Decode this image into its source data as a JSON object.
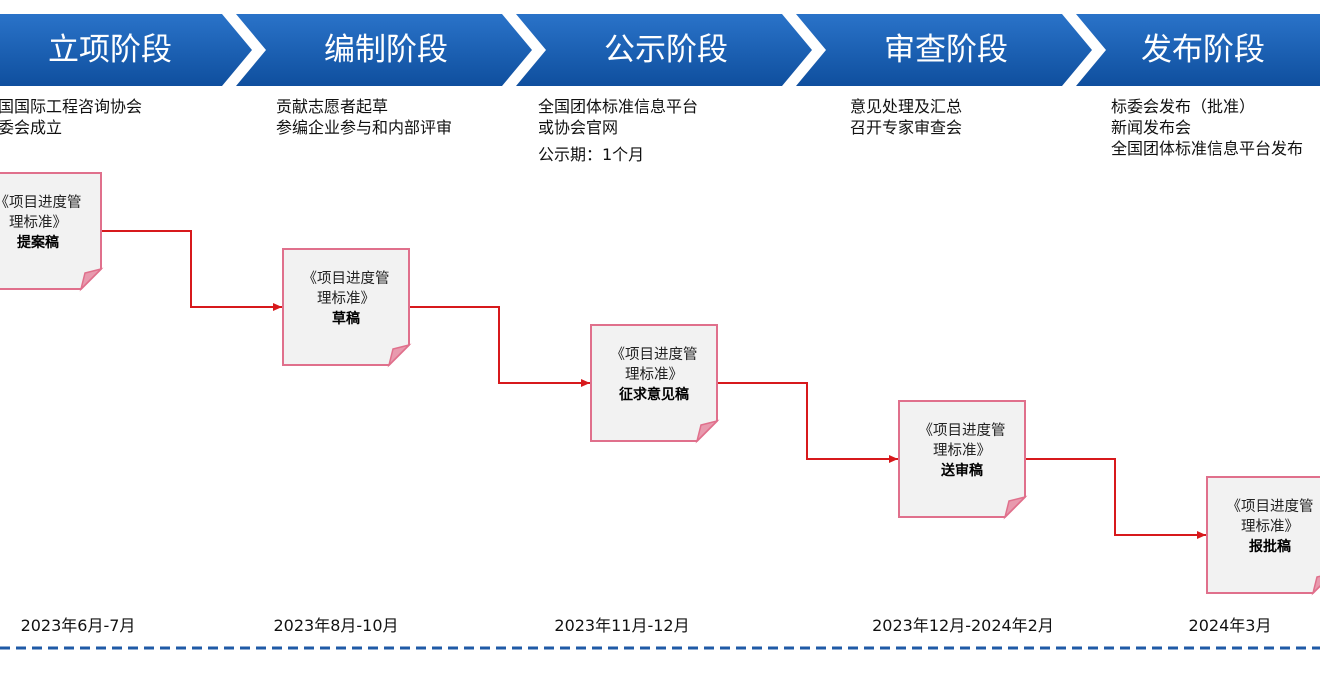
{
  "colors": {
    "banner": "#1a5fb4",
    "banner_dark": "#124c97",
    "chevron_gap": "#ffffff",
    "doc_fill": "#f2f2f2",
    "doc_border": "#e0708c",
    "connector": "#d7191c",
    "dashed_line": "#1f5aa6"
  },
  "stages": [
    {
      "label": "立项阶段",
      "desc": [
        "国国际工程咨询协会",
        "委会成立"
      ],
      "note": "",
      "doc_title": [
        "《项目进度管",
        "理标准》"
      ],
      "doc_name": "提案稿",
      "date": "2023年6月-7月"
    },
    {
      "label": "编制阶段",
      "desc": [
        "贡献志愿者起草",
        "参编企业参与和内部评审"
      ],
      "note": "",
      "doc_title": [
        "《项目进度管",
        "理标准》"
      ],
      "doc_name": "草稿",
      "date": "2023年8月-10月"
    },
    {
      "label": "公示阶段",
      "desc": [
        "全国团体标准信息平台",
        "或协会官网"
      ],
      "note": "公示期：1个月",
      "doc_title": [
        "《项目进度管",
        "理标准》"
      ],
      "doc_name": "征求意见稿",
      "date": "2023年11月-12月"
    },
    {
      "label": "审查阶段",
      "desc": [
        "意见处理及汇总",
        "召开专家审查会"
      ],
      "note": "",
      "doc_title": [
        "《项目进度管",
        "理标准》"
      ],
      "doc_name": "送审稿",
      "date": "2023年12月-2024年2月"
    },
    {
      "label": "发布阶段",
      "desc": [
        "标委会发布（批准）",
        "新闻发布会",
        "全国团体标准信息平台发布"
      ],
      "note": "",
      "doc_title": [
        "《项目进度管",
        "理标准》"
      ],
      "doc_name": "报批稿",
      "date": "2024年3月"
    }
  ]
}
